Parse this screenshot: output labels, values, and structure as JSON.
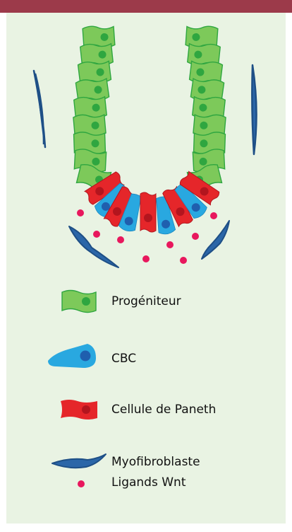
{
  "colors": {
    "header_bar": "#9c3a4a",
    "background": "#e9f3e3",
    "progenitor": "#7dc95a",
    "progenitor_nucleus": "#2fa640",
    "cbc": "#29a8e0",
    "cbc_nucleus": "#1f5fae",
    "paneth": "#e5262a",
    "paneth_nucleus": "#b3151e",
    "myofibroblast": "#2b66a8",
    "wnt_ligand": "#e8175d"
  },
  "legend": [
    {
      "key": "progenitor",
      "label": "Progéniteur",
      "icon": "progenitor-cell-icon"
    },
    {
      "key": "cbc",
      "label": "CBC",
      "icon": "cbc-cell-icon"
    },
    {
      "key": "paneth",
      "label": "Cellule de Paneth",
      "icon": "paneth-cell-icon"
    },
    {
      "key": "myofibroblast",
      "label": "Myofibroblaste",
      "icon": "myofibroblast-icon"
    },
    {
      "key": "wnt",
      "label": "Ligands Wnt",
      "icon": "wnt-ligand-dot-icon"
    }
  ]
}
